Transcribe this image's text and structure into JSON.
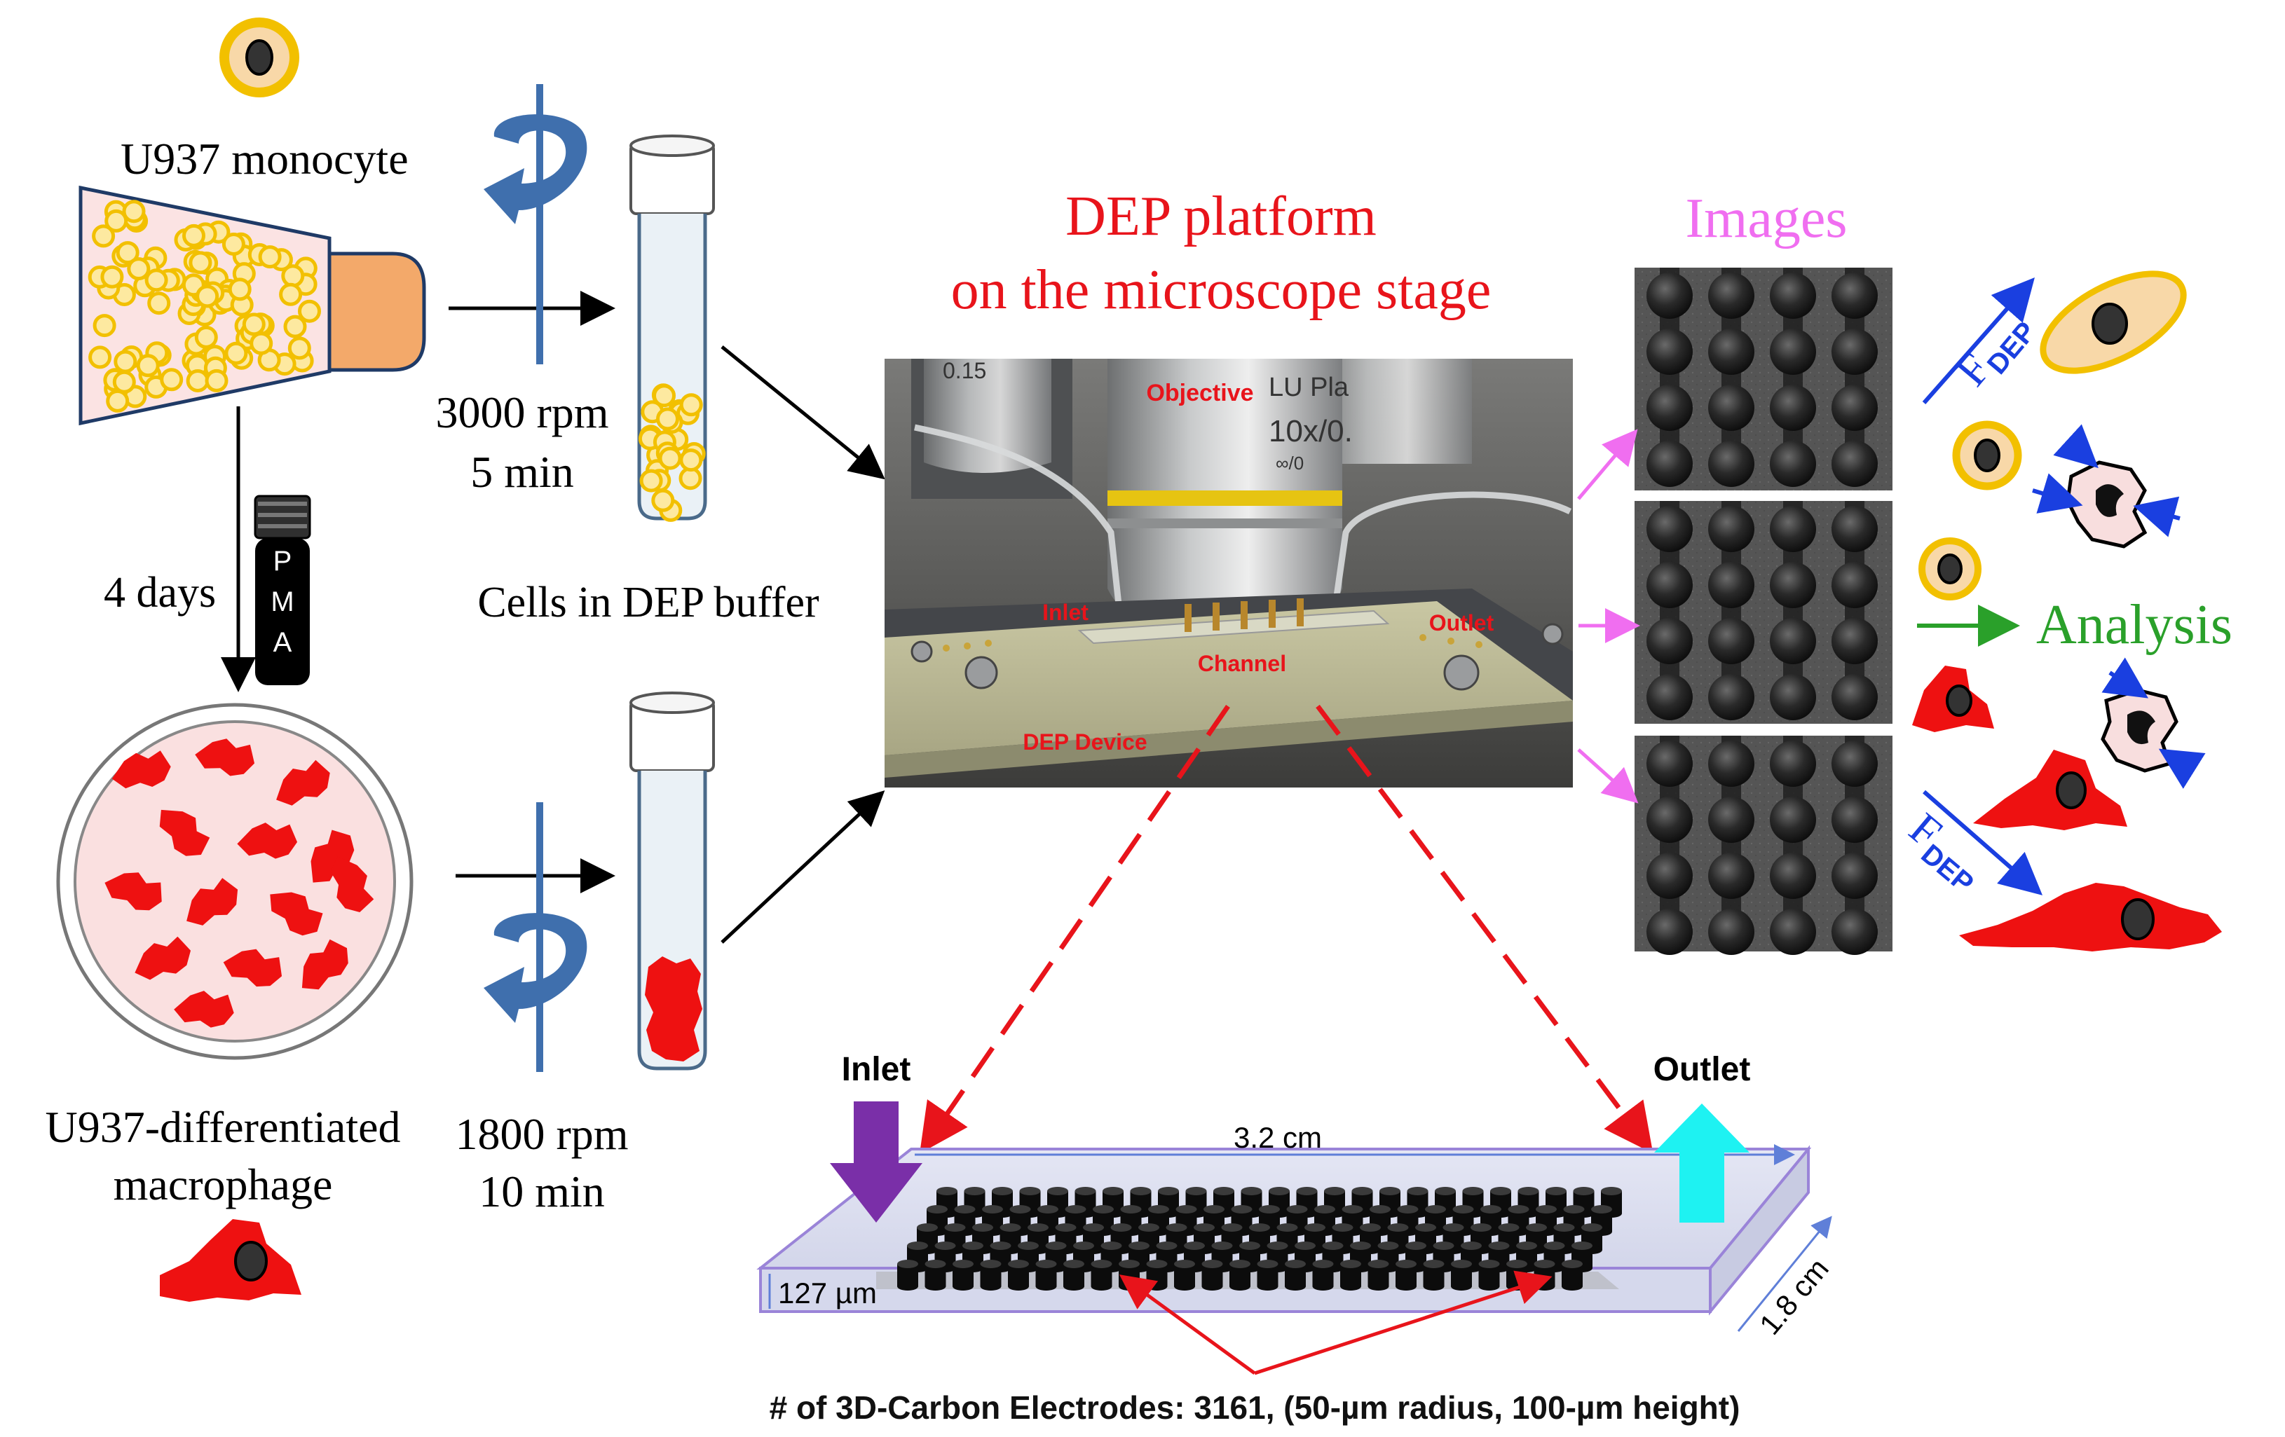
{
  "monocyte_label": "U937 monocyte",
  "macrophage_label_line1": "U937-differentiated",
  "macrophage_label_line2": "macrophage",
  "centrifuge_top": {
    "speed": "3000 rpm",
    "time": "5 min"
  },
  "centrifuge_bottom": {
    "speed": "1800 rpm",
    "time": "10 min"
  },
  "incubation": "4 days",
  "pma_letters": [
    "P",
    "M",
    "A"
  ],
  "buffer_label": "Cells in DEP buffer",
  "platform_title_line1": "DEP platform",
  "platform_title_line2": "on the microscope stage",
  "photo_labels": {
    "objective": "Objective",
    "inlet": "Inlet",
    "outlet": "Outlet",
    "channel": "Channel",
    "device": "DEP Device",
    "lens_text_1": "LU Pla",
    "lens_text_2": "10x/0.",
    "lens_text_3": "0.15",
    "lens_text_4": "∞/0"
  },
  "images_label": "Images",
  "analysis_label": "Analysis",
  "force_label": {
    "main": "F",
    "sub": "DEP"
  },
  "device": {
    "inlet": "Inlet",
    "outlet": "Outlet",
    "length": "3.2 cm",
    "width": "1.8 cm",
    "height": "127 µm",
    "caption": "# of 3D-Carbon Electrodes: 3161, (50-µm radius, 100-µm height)"
  },
  "colors": {
    "red_title": "#e8141b",
    "images_pink": "#f06ef0",
    "analysis_green": "#2aa02a",
    "arrow_blue": "#1a3fe0",
    "cell_yellow": "#f2c000",
    "cell_body": "#f8d8a8",
    "macrophage_red": "#ee1111",
    "inlet_purple": "#7a2fa8",
    "outlet_cyan": "#1ef2f2",
    "rotation_blue": "#3f6fad"
  }
}
